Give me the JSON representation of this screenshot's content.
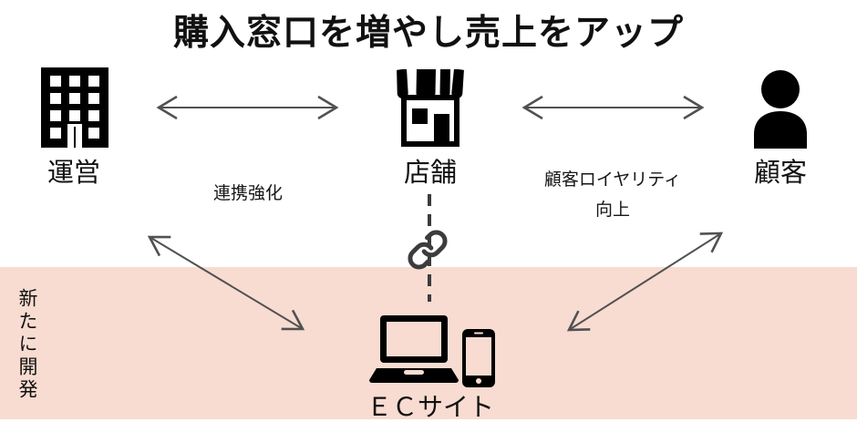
{
  "diagram": {
    "title": "購入窓口を増やし売上をアップ",
    "nodes": {
      "operator": {
        "label": "運営",
        "icon": "building-icon"
      },
      "store": {
        "label": "店舗",
        "icon": "storefront-icon"
      },
      "customer": {
        "label": "顧客",
        "icon": "person-icon"
      },
      "ec_site": {
        "label": "ＥＣサイト",
        "icons": [
          "laptop-icon",
          "smartphone-icon"
        ]
      }
    },
    "edges": {
      "operator_store": {
        "type": "double-arrow",
        "label": "連携強化"
      },
      "store_customer": {
        "type": "double-arrow",
        "label_line1": "顧客ロイヤリティ",
        "label_line2": "向上"
      },
      "store_ec_site": {
        "type": "dashed-line",
        "icon": "chain-link-icon"
      },
      "operator_ec_site": {
        "type": "double-arrow",
        "label": ""
      },
      "customer_ec_site": {
        "type": "double-arrow",
        "label": ""
      }
    },
    "band": {
      "note": "新たに開発",
      "color": "#f8dcd1"
    },
    "colors": {
      "arrow_gray": "#515151",
      "link_gray": "#3c3c3c",
      "icon_black": "#000000",
      "band_pink": "#f8dcd1",
      "text_black": "#111111"
    }
  }
}
